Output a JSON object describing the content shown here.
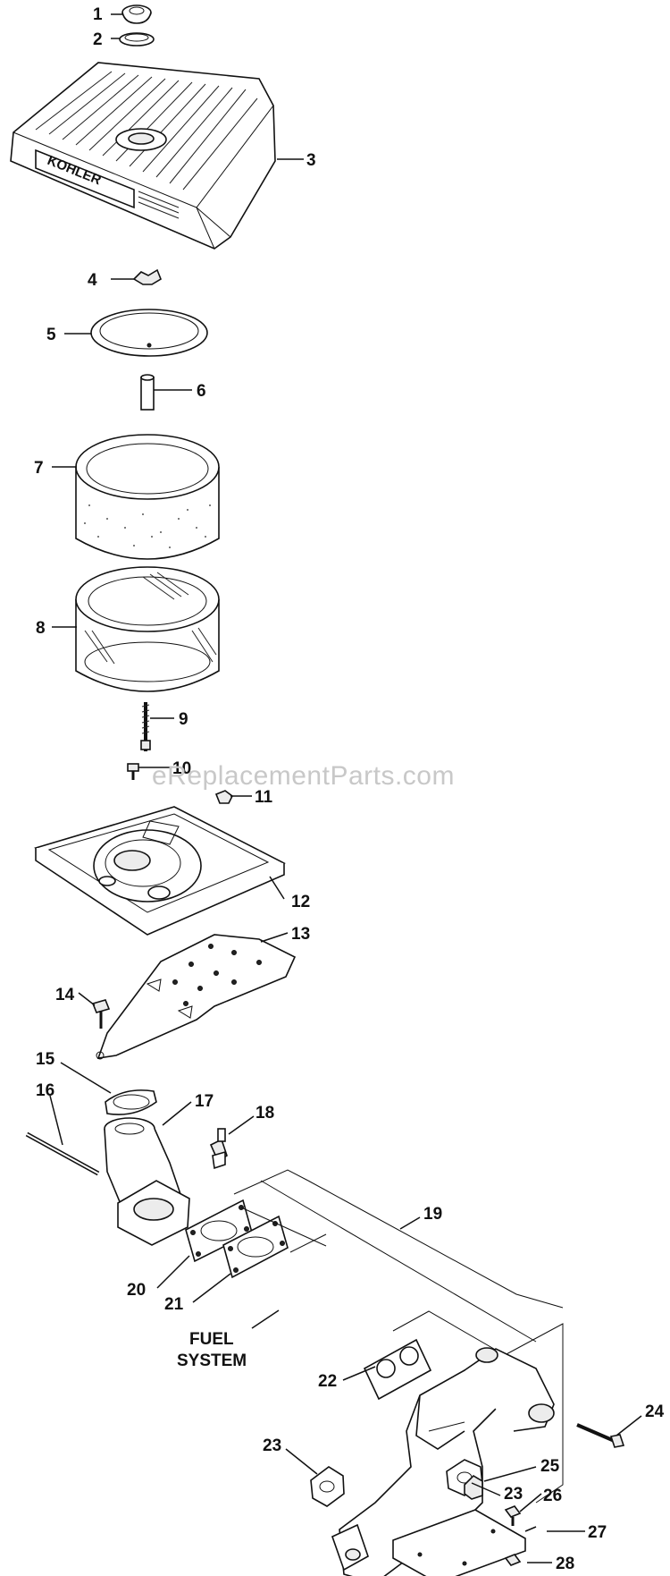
{
  "watermark": "eReplacementParts.com",
  "logo_text": "KOHLER",
  "section_label_line1": "FUEL",
  "section_label_line2": "SYSTEM",
  "callouts": {
    "c1": "1",
    "c2": "2",
    "c3": "3",
    "c4": "4",
    "c5": "5",
    "c6": "6",
    "c7": "7",
    "c8": "8",
    "c9": "9",
    "c10": "10",
    "c11": "11",
    "c12": "12",
    "c13": "13",
    "c14": "14",
    "c15": "15",
    "c16": "16",
    "c17": "17",
    "c18": "18",
    "c19": "19",
    "c20": "20",
    "c21": "21",
    "c22": "22",
    "c23a": "23",
    "c23b": "23",
    "c24": "24",
    "c25": "25",
    "c26": "26",
    "c27": "27",
    "c28": "28"
  },
  "colors": {
    "ink": "#111111",
    "watermark": "#c8c8c8",
    "background": "#ffffff"
  }
}
